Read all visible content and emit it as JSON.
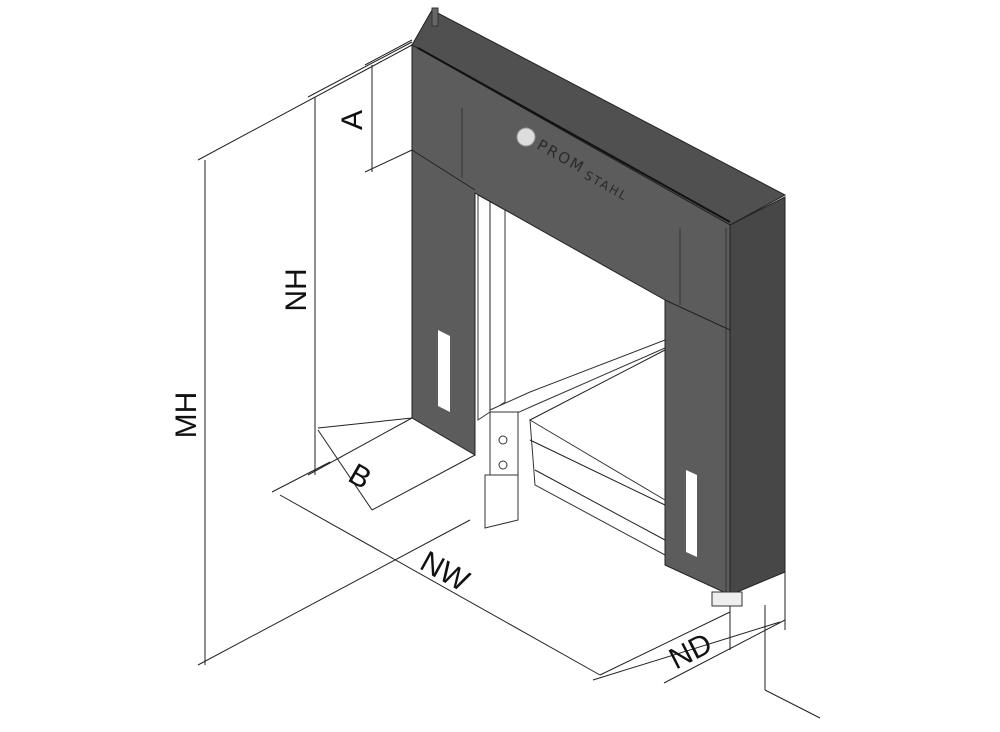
{
  "diagram": {
    "brand": {
      "name_part1": "PROM",
      "name_part2": "STAHL"
    },
    "dimensions": {
      "MH": "MH",
      "NH": "NH",
      "A": "A",
      "B": "B",
      "NW": "NW",
      "ND": "ND"
    },
    "colors": {
      "front": "#5c5c5c",
      "side": "#474747",
      "top": "#505050",
      "line": "#222222"
    }
  }
}
